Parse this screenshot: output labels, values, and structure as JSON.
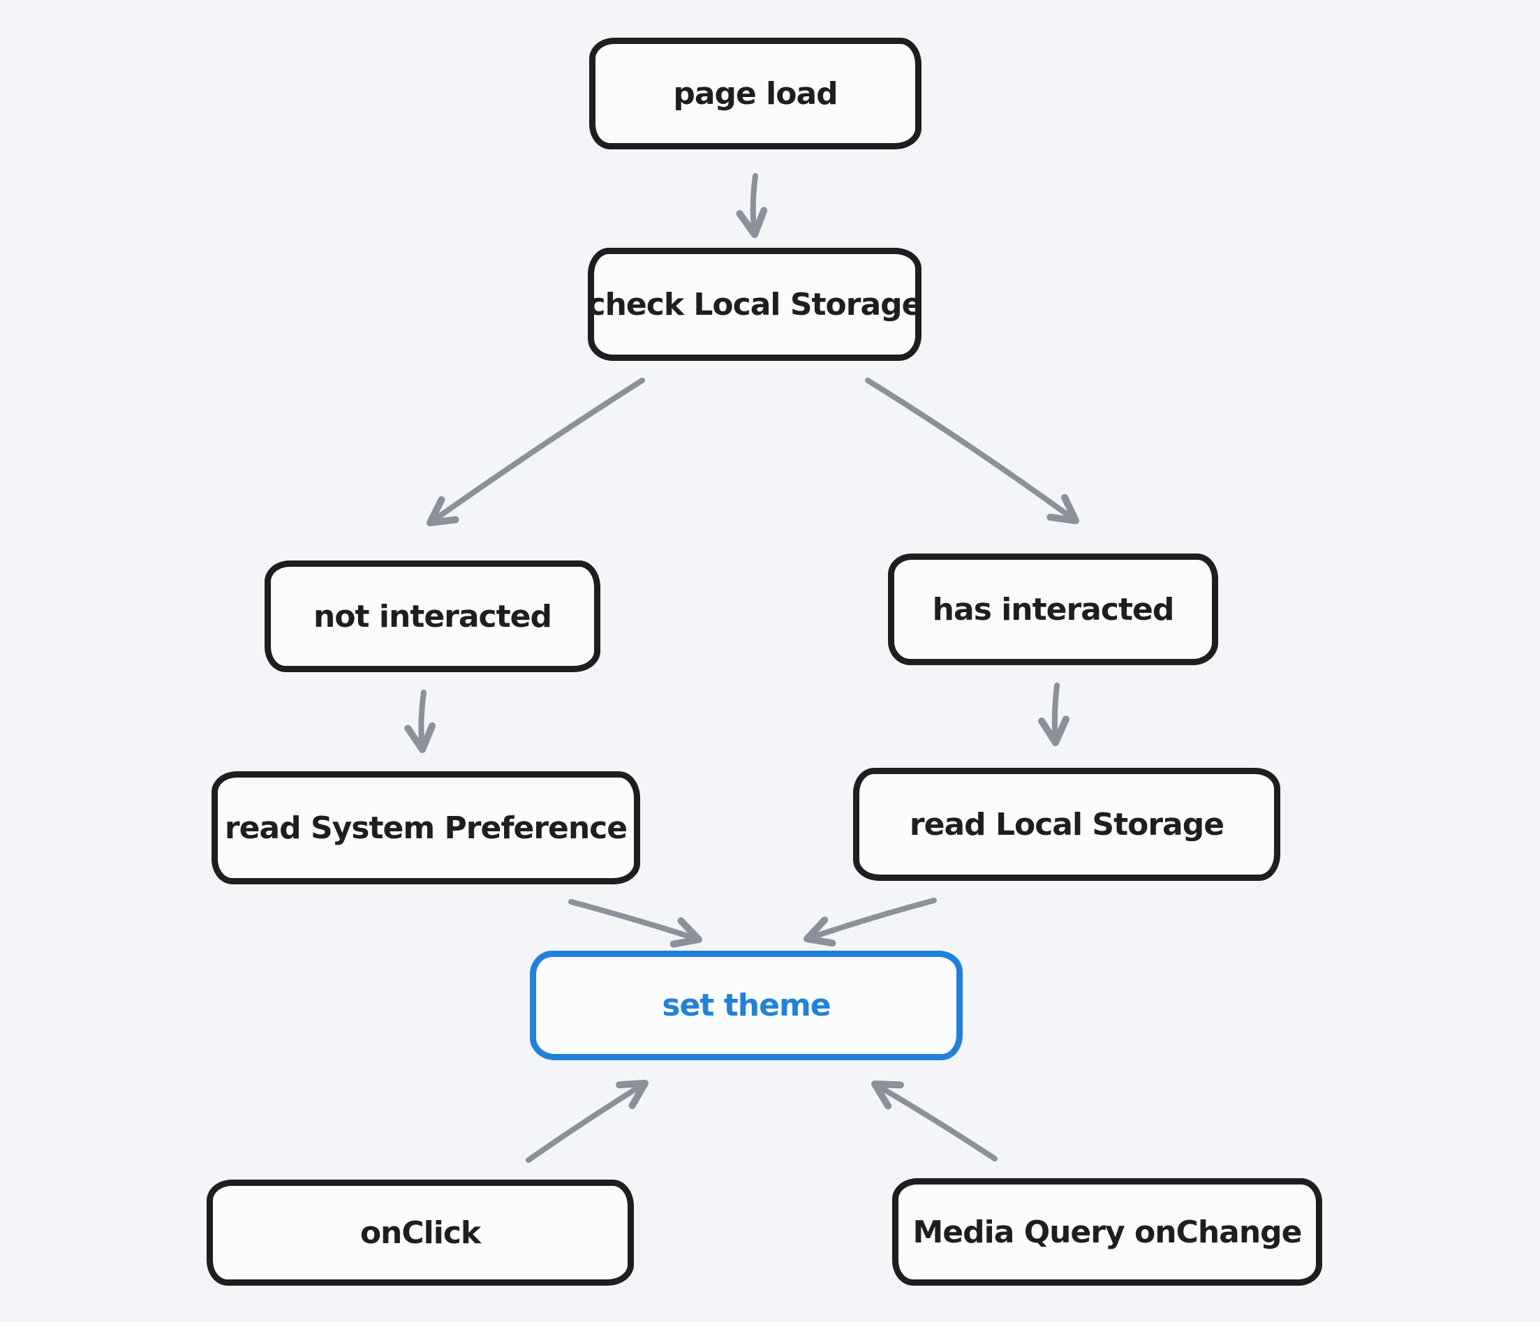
{
  "canvas": {
    "background": "#f3f5f8",
    "node_fill": "#fbfcfd",
    "node_stroke": "#1e1e1e",
    "arrow_color": "#8a919a",
    "accent_color": "#2181d9",
    "text_color": "#1e1e1e"
  },
  "diagram": {
    "type": "flowchart",
    "nodes": [
      {
        "id": "page-load",
        "label": "page load"
      },
      {
        "id": "check-local-storage",
        "label": "check Local Storage"
      },
      {
        "id": "not-interacted",
        "label": "not interacted"
      },
      {
        "id": "has-interacted",
        "label": "has interacted"
      },
      {
        "id": "read-system-preference",
        "label": "read System Preference"
      },
      {
        "id": "read-local-storage",
        "label": "read Local Storage"
      },
      {
        "id": "set-theme",
        "label": "set theme",
        "accent": true
      },
      {
        "id": "onclick",
        "label": "onClick"
      },
      {
        "id": "media-query-onchange",
        "label": "Media Query onChange"
      }
    ],
    "edges": [
      {
        "from": "page-load",
        "to": "check-local-storage"
      },
      {
        "from": "check-local-storage",
        "to": "not-interacted"
      },
      {
        "from": "check-local-storage",
        "to": "has-interacted"
      },
      {
        "from": "not-interacted",
        "to": "read-system-preference"
      },
      {
        "from": "has-interacted",
        "to": "read-local-storage"
      },
      {
        "from": "read-system-preference",
        "to": "set-theme"
      },
      {
        "from": "read-local-storage",
        "to": "set-theme"
      },
      {
        "from": "onclick",
        "to": "set-theme"
      },
      {
        "from": "media-query-onchange",
        "to": "set-theme"
      }
    ]
  }
}
